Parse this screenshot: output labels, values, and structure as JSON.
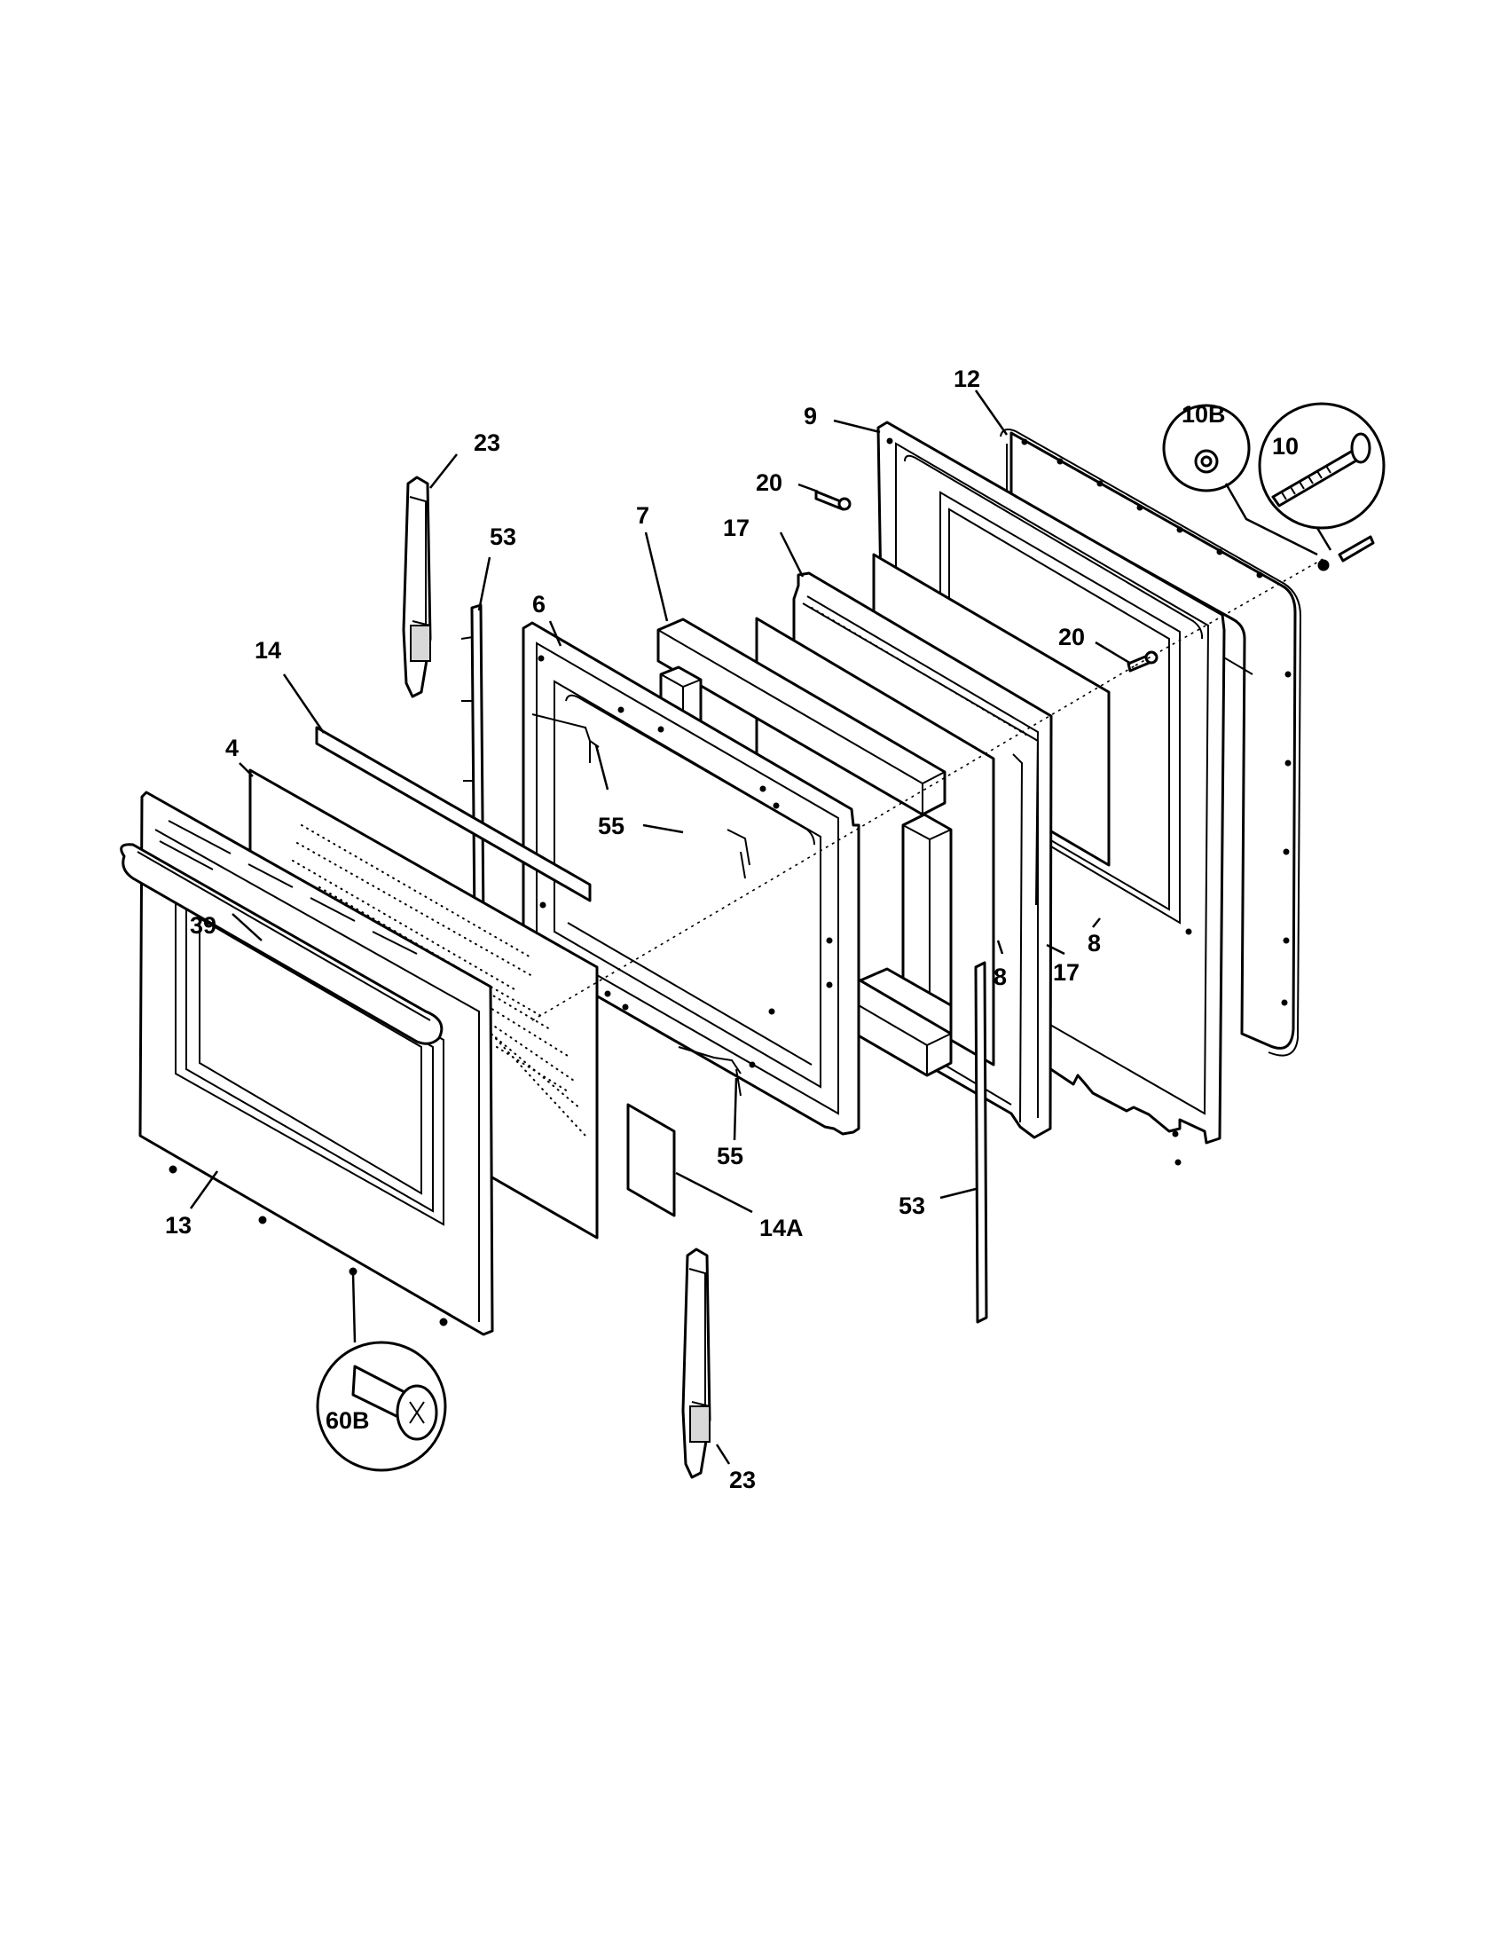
{
  "diagram": {
    "labels": {
      "p23_top": "23",
      "p53_top": "53",
      "p14": "14",
      "p4": "4",
      "p6": "6",
      "p7": "7",
      "p17_top": "17",
      "p9": "9",
      "p12": "12",
      "p10B": "10B",
      "p10": "10",
      "p20_left": "20",
      "p20_right": "20",
      "p55_top": "55",
      "p55_bottom": "55",
      "p39": "39",
      "p13": "13",
      "p14A": "14A",
      "p53_bottom": "53",
      "p8_mid": "8",
      "p8_right": "8",
      "p17_bottom": "17",
      "p60B": "60B",
      "p23_bottom": "23"
    }
  }
}
